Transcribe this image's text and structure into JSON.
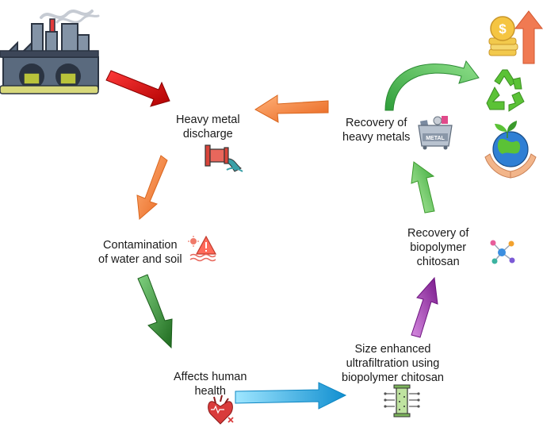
{
  "nodes": {
    "discharge": {
      "lines": [
        "Heavy metal",
        "discharge"
      ]
    },
    "contamination": {
      "lines": [
        "Contamination",
        "of water and soil"
      ]
    },
    "health": {
      "lines": [
        "Affects human",
        "health"
      ]
    },
    "ultrafiltration": {
      "lines": [
        "Size enhanced",
        "ultrafiltration using",
        "biopolymer chitosan"
      ]
    },
    "chitosan_recovery": {
      "lines": [
        "Recovery of",
        "biopolymer",
        "chitosan"
      ]
    },
    "metal_recovery": {
      "lines": [
        "Recovery of",
        "heavy metals"
      ]
    }
  },
  "icons": {
    "factory": "factory-icon",
    "pipe": "pipe-discharge-icon",
    "hazard": "hazard-warning-icon",
    "heart": "human-heart-icon",
    "filter": "filter-membrane-icon",
    "molecule": "molecule-icon",
    "metal_bin": "metal-bin-icon",
    "metal_bin_text": "METAL",
    "money": "money-growth-icon",
    "money_symbol": "$",
    "recycle": "recycle-icon",
    "earth": "earth-hands-icon"
  },
  "colors": {
    "red_arrow": "#d7191c",
    "orange_arrow": "#f5823a",
    "dark_green_arrow": "#2e8b2e",
    "blue_arrow": "#1fa8e0",
    "purple_arrow": "#9b2fae",
    "light_green_arrow": "#4cbb3c"
  }
}
